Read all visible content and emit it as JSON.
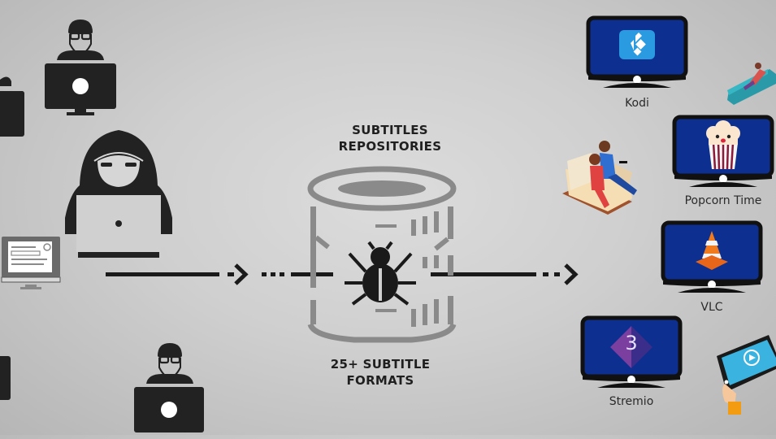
{
  "center": {
    "top_label_line1": "SUBTITLES",
    "top_label_line2": "REPOSITORIES",
    "bottom_label_line1": "25+ SUBTITLE",
    "bottom_label_line2": "FORMATS"
  },
  "players": [
    {
      "name": "Kodi",
      "icon": "kodi-logo-icon",
      "screen_color": "#0d2f8f"
    },
    {
      "name": "Popcorn Time",
      "icon": "popcorn-icon",
      "screen_color": "#0d2f8f"
    },
    {
      "name": "VLC",
      "icon": "traffic-cone-icon",
      "screen_color": "#0d2f8f"
    },
    {
      "name": "Stremio",
      "icon": "stremio-logo-icon",
      "screen_color": "#0d2f8f",
      "logo_text": "3"
    }
  ],
  "colors": {
    "icon_dark": "#222222",
    "database_gray": "#8a8a8a",
    "kodi_blue": "#2a9be0",
    "vlc_orange": "#f07a1e",
    "stremio_purple": "#7b3fa0"
  }
}
